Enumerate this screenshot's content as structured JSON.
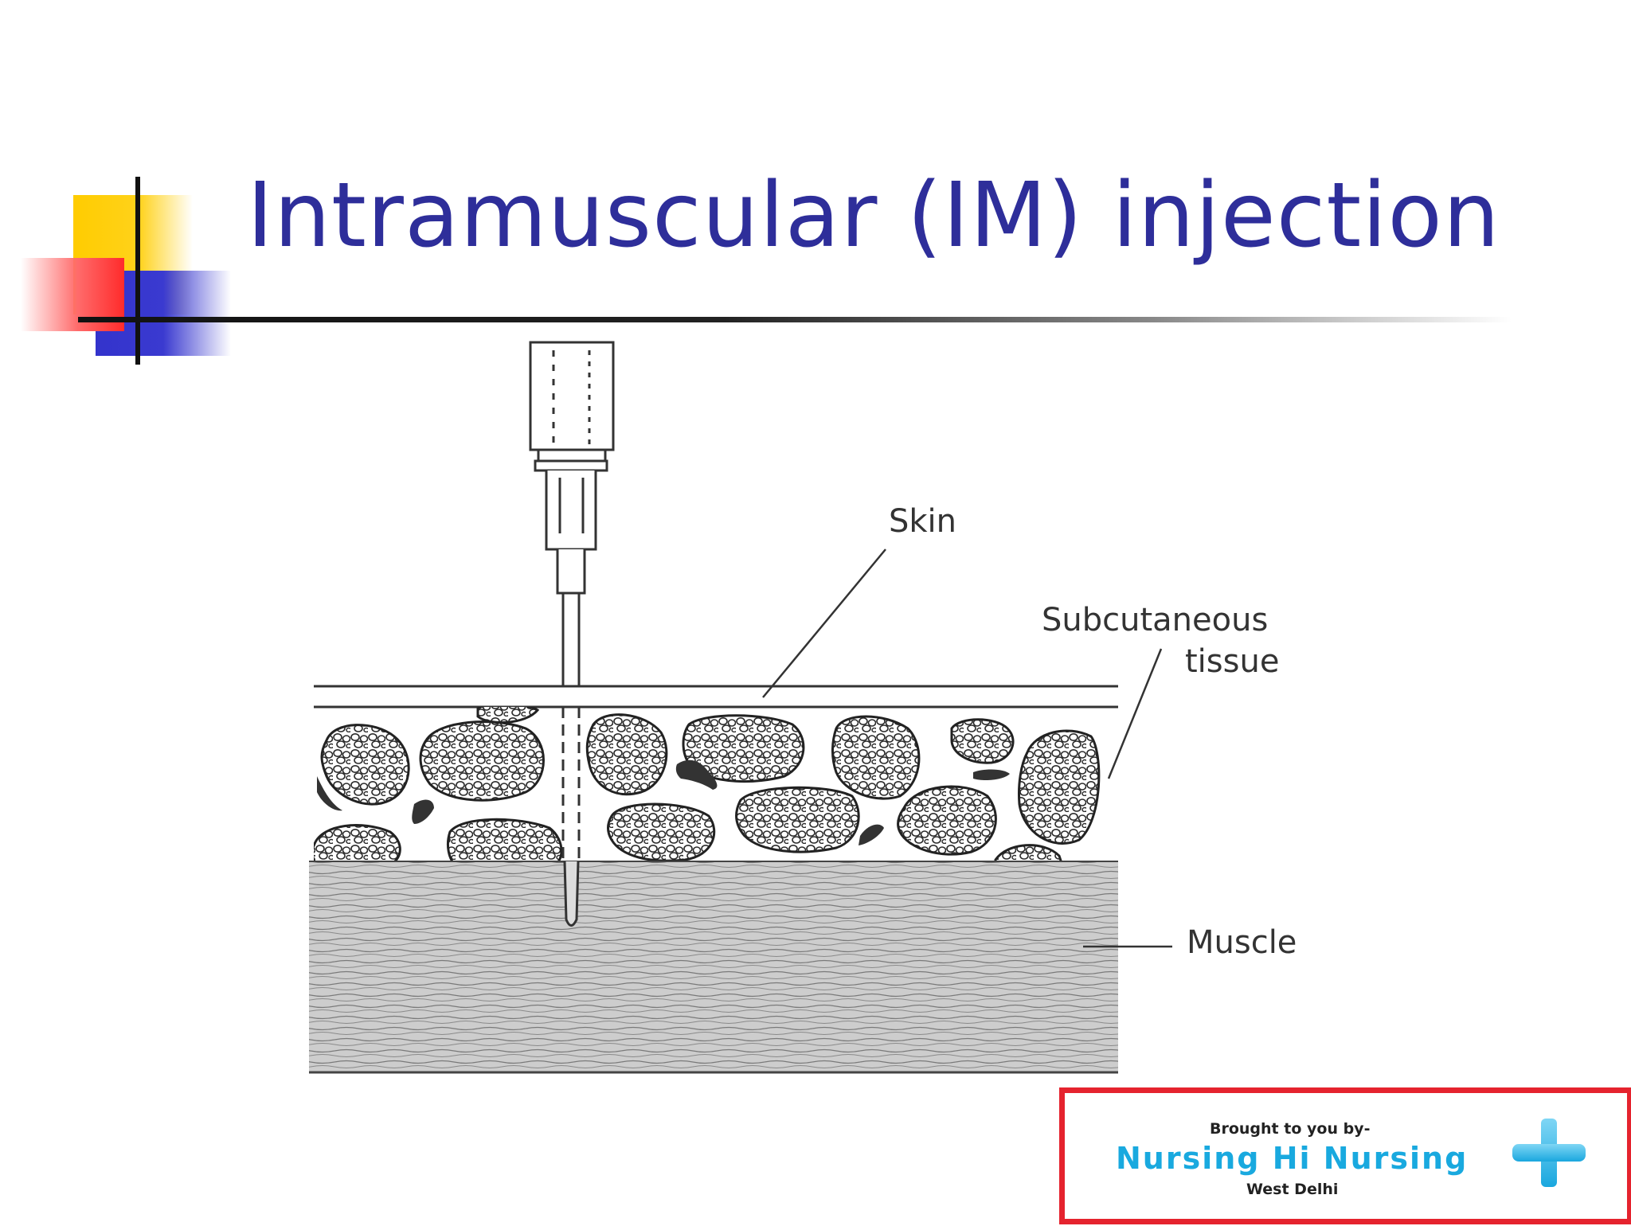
{
  "slide": {
    "title": "Intramuscular (IM) injection"
  },
  "diagram": {
    "labels": {
      "skin": "Skin",
      "subcutaneous_line1": "Subcutaneous",
      "subcutaneous_line2": "tissue",
      "muscle": "Muscle"
    },
    "colors": {
      "line": "#333333",
      "muscle_fill": "#c9c9c9",
      "fat_cell_stroke": "#2a2a2a"
    }
  },
  "sponsor": {
    "line1": "Brought to you by-",
    "line2": "Nursing Hi Nursing",
    "line3": "West Delhi",
    "colors": {
      "border": "#e5232e",
      "brand": "#19a9df"
    },
    "icon": "medical-plus-icon"
  },
  "theme": {
    "title_color": "#2e2e9a",
    "accent_yellow": "#ffcc00",
    "accent_blue": "#3333cc",
    "accent_red": "#ff2b2b"
  }
}
